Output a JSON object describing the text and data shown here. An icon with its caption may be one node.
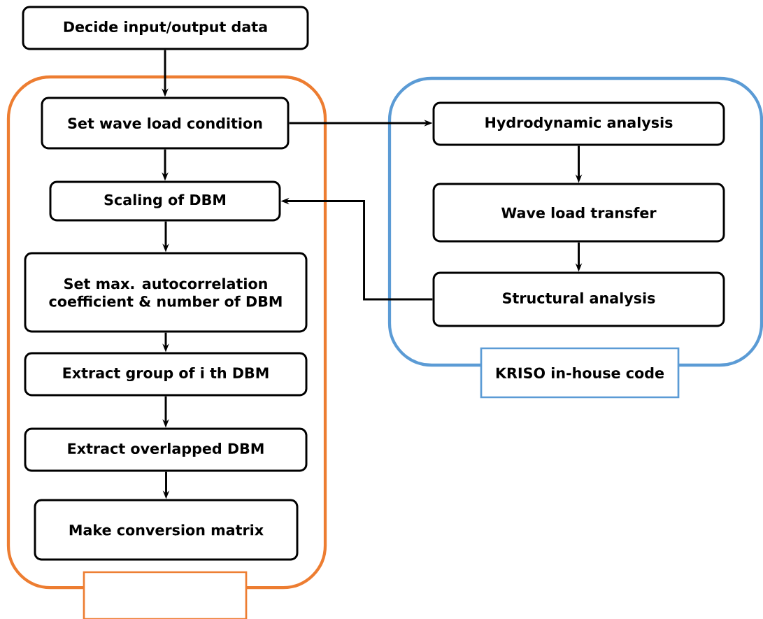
{
  "diagram": {
    "nodes": [
      {
        "text": [
          "Decide input/output data"
        ]
      },
      {
        "text": [],
        "shape": "box"
      },
      {
        "text": [
          "Set wave load condition"
        ],
        "in": 1
      },
      {
        "text": [
          "Scaling of DBM"
        ],
        "in": 1
      },
      {
        "text": [
          "Set max. autocorrelation coefficient & number of DBM"
        ],
        "in": 1
      },
      {
        "text": [
          "Extract group of i th DBM"
        ],
        "in": 1
      },
      {
        "text": [
          "Extract overlapped DBM"
        ],
        "in": 1
      },
      {
        "text": [
          "Make conversion matrix"
        ],
        "in": 1
      },
      {
        "text": [],
        "shape": "box"
      },
      {
        "text": [],
        "shape": "box"
      },
      {
        "text": [
          "Hydrodynamic analysis"
        ],
        "in": 9
      },
      {
        "text": [
          "Wave load transfer"
        ],
        "in": 9
      },
      {
        "text": [
          "Structural analysis"
        ],
        "in": 9
      },
      {
        "text": [
          "KRISO in-house code"
        ]
      }
    ],
    "edges": [
      {
        "from": 0,
        "to": 2,
        "arrow": "to"
      },
      {
        "from": 2,
        "to": 3,
        "arrow": "to"
      },
      {
        "from": 3,
        "to": 4,
        "arrow": "to"
      },
      {
        "from": 4,
        "to": 5,
        "arrow": "to"
      },
      {
        "from": 5,
        "to": 6,
        "arrow": "to"
      },
      {
        "from": 6,
        "to": 7,
        "arrow": "to"
      },
      {
        "from": 2,
        "to": 10,
        "arrow": "to"
      },
      {
        "from": 10,
        "to": 11,
        "arrow": "to"
      },
      {
        "from": 11,
        "to": 12,
        "arrow": "to"
      },
      {
        "from": 12,
        "to": 3,
        "arrow": "to"
      }
    ]
  }
}
